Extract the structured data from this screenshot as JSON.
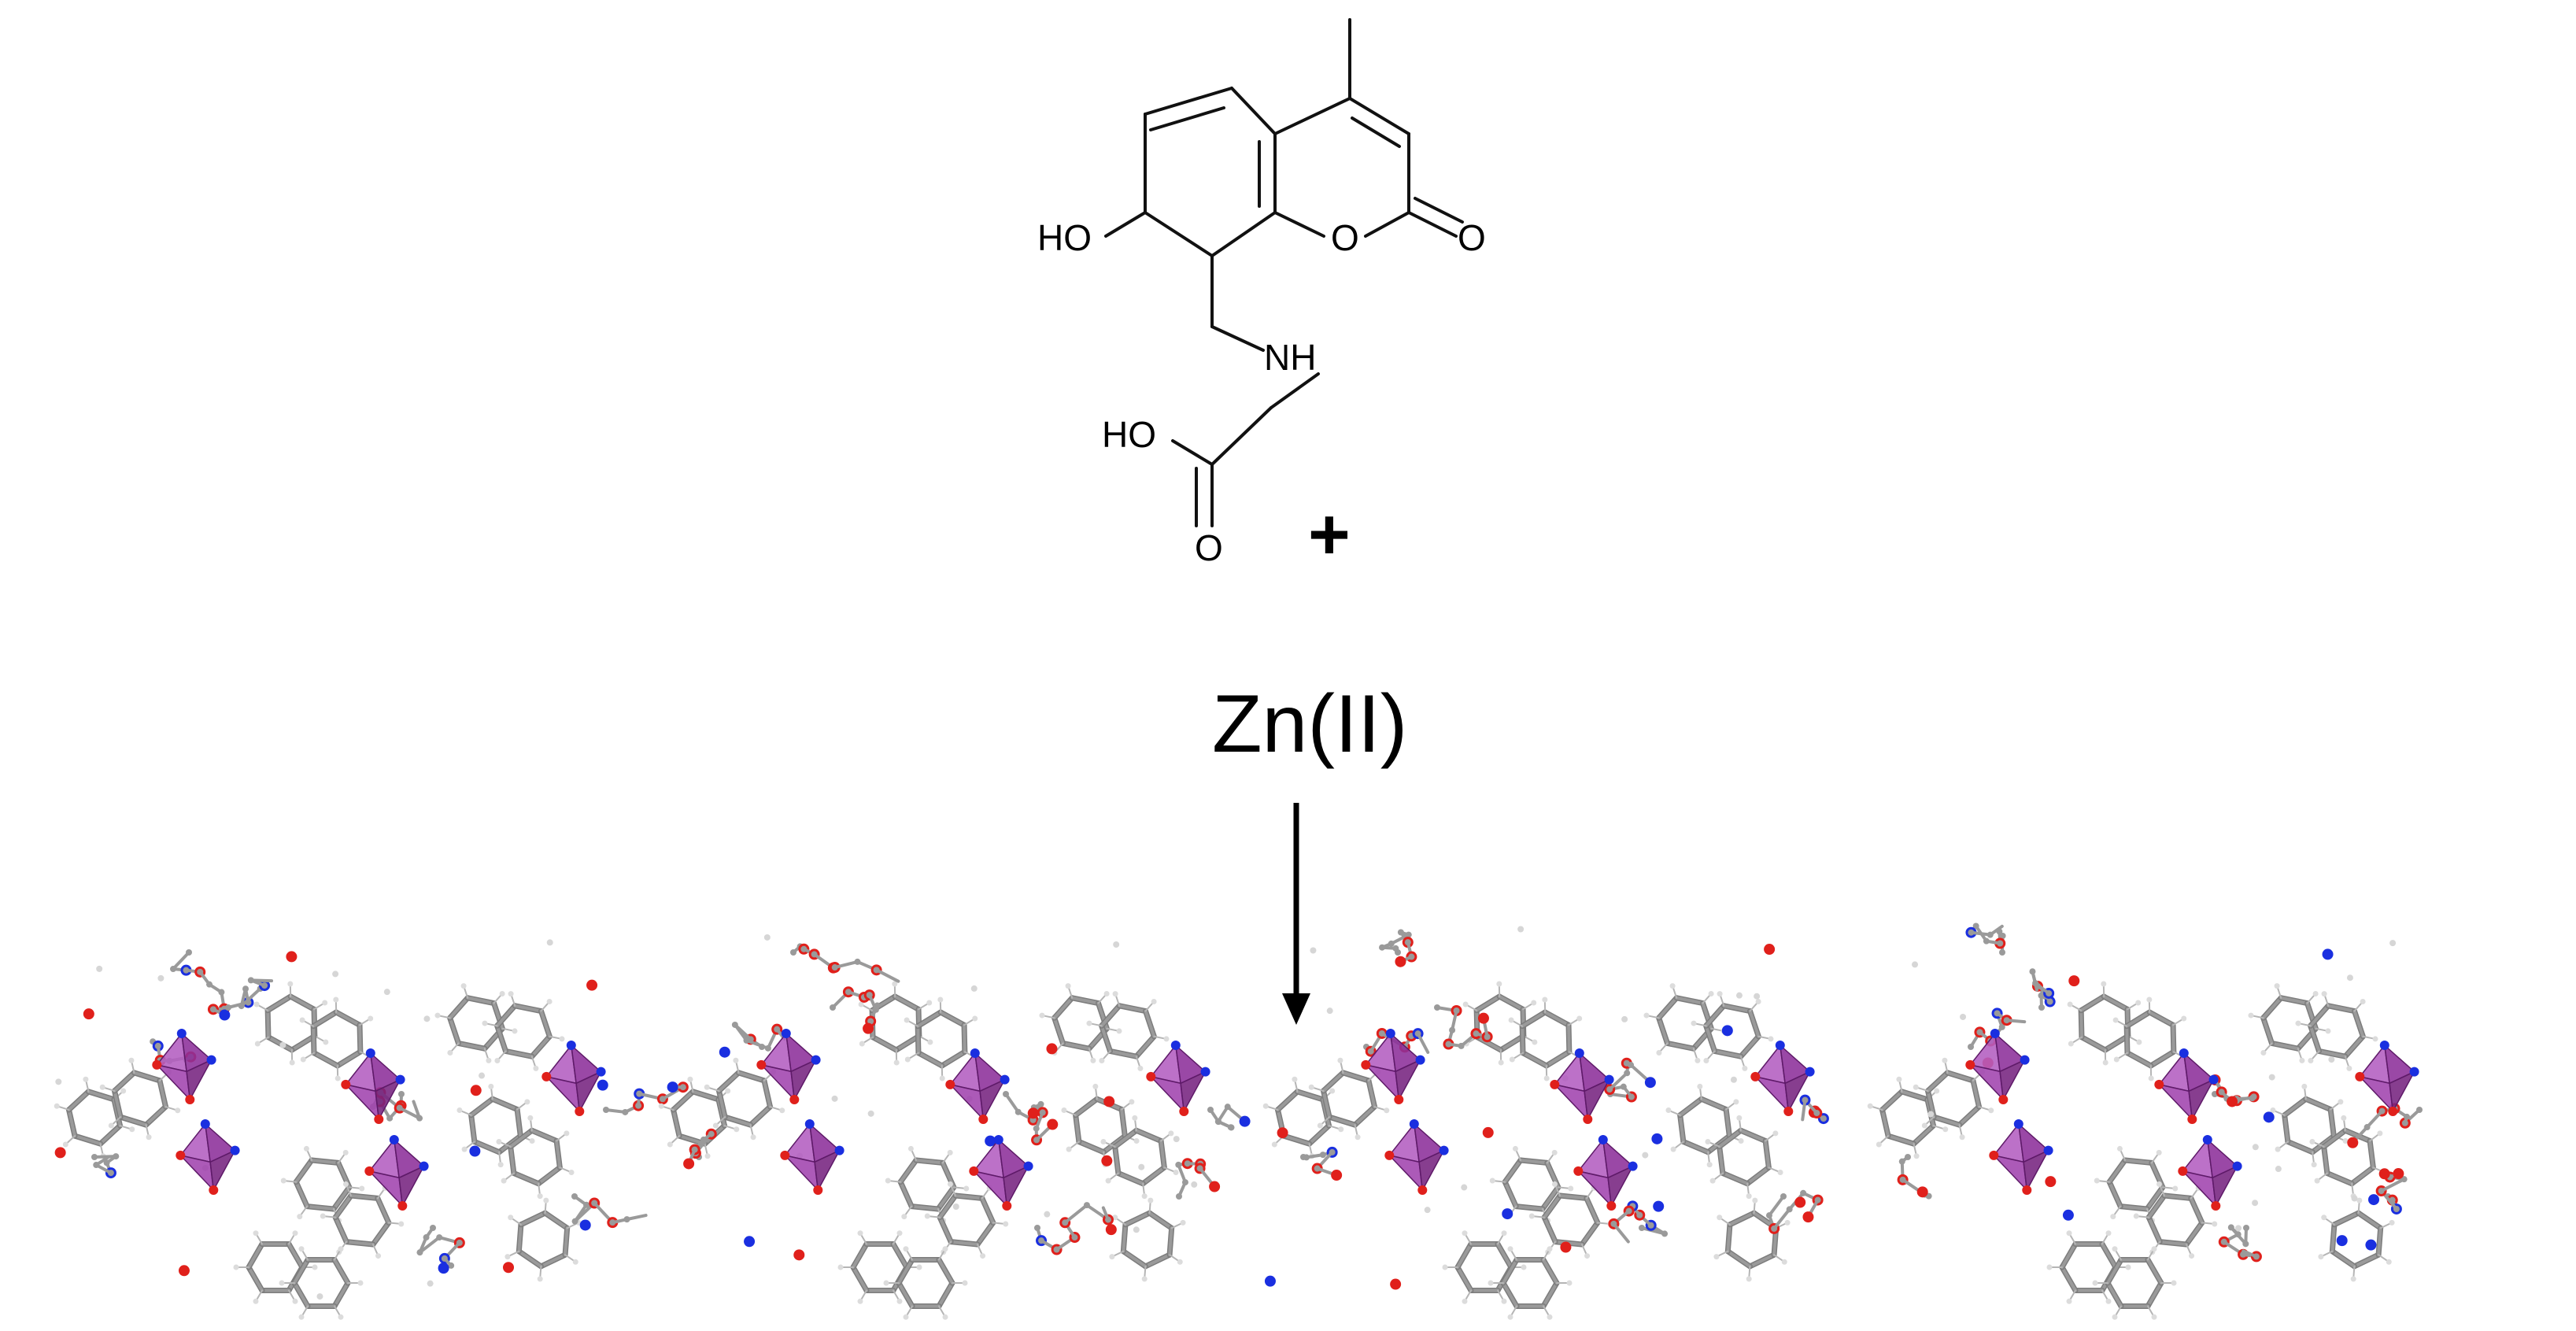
{
  "molecule": {
    "labels": {
      "hydroxyl_phenol": "HO",
      "ring_oxygen": "O",
      "carbonyl_oxygen": "O",
      "amine": "NH",
      "acid_hydroxyl": "HO",
      "acid_carbonyl": "O"
    }
  },
  "reaction": {
    "plus_sign": "+",
    "reagent": "Zn(II)"
  },
  "colors": {
    "bond_line": "#111111",
    "carbon_gray": "#9a9a9a",
    "oxygen_red": "#e0201b",
    "nitrogen_blue": "#1a2fe0",
    "hydrogen_white": "#f2f2f2",
    "zinc_polyhedron": "#9b3aa8",
    "arrow": "#000000"
  },
  "crystal_structure": {
    "repeat_units": 4,
    "polyhedra_icon": "zn-coordination-polyhedron"
  }
}
